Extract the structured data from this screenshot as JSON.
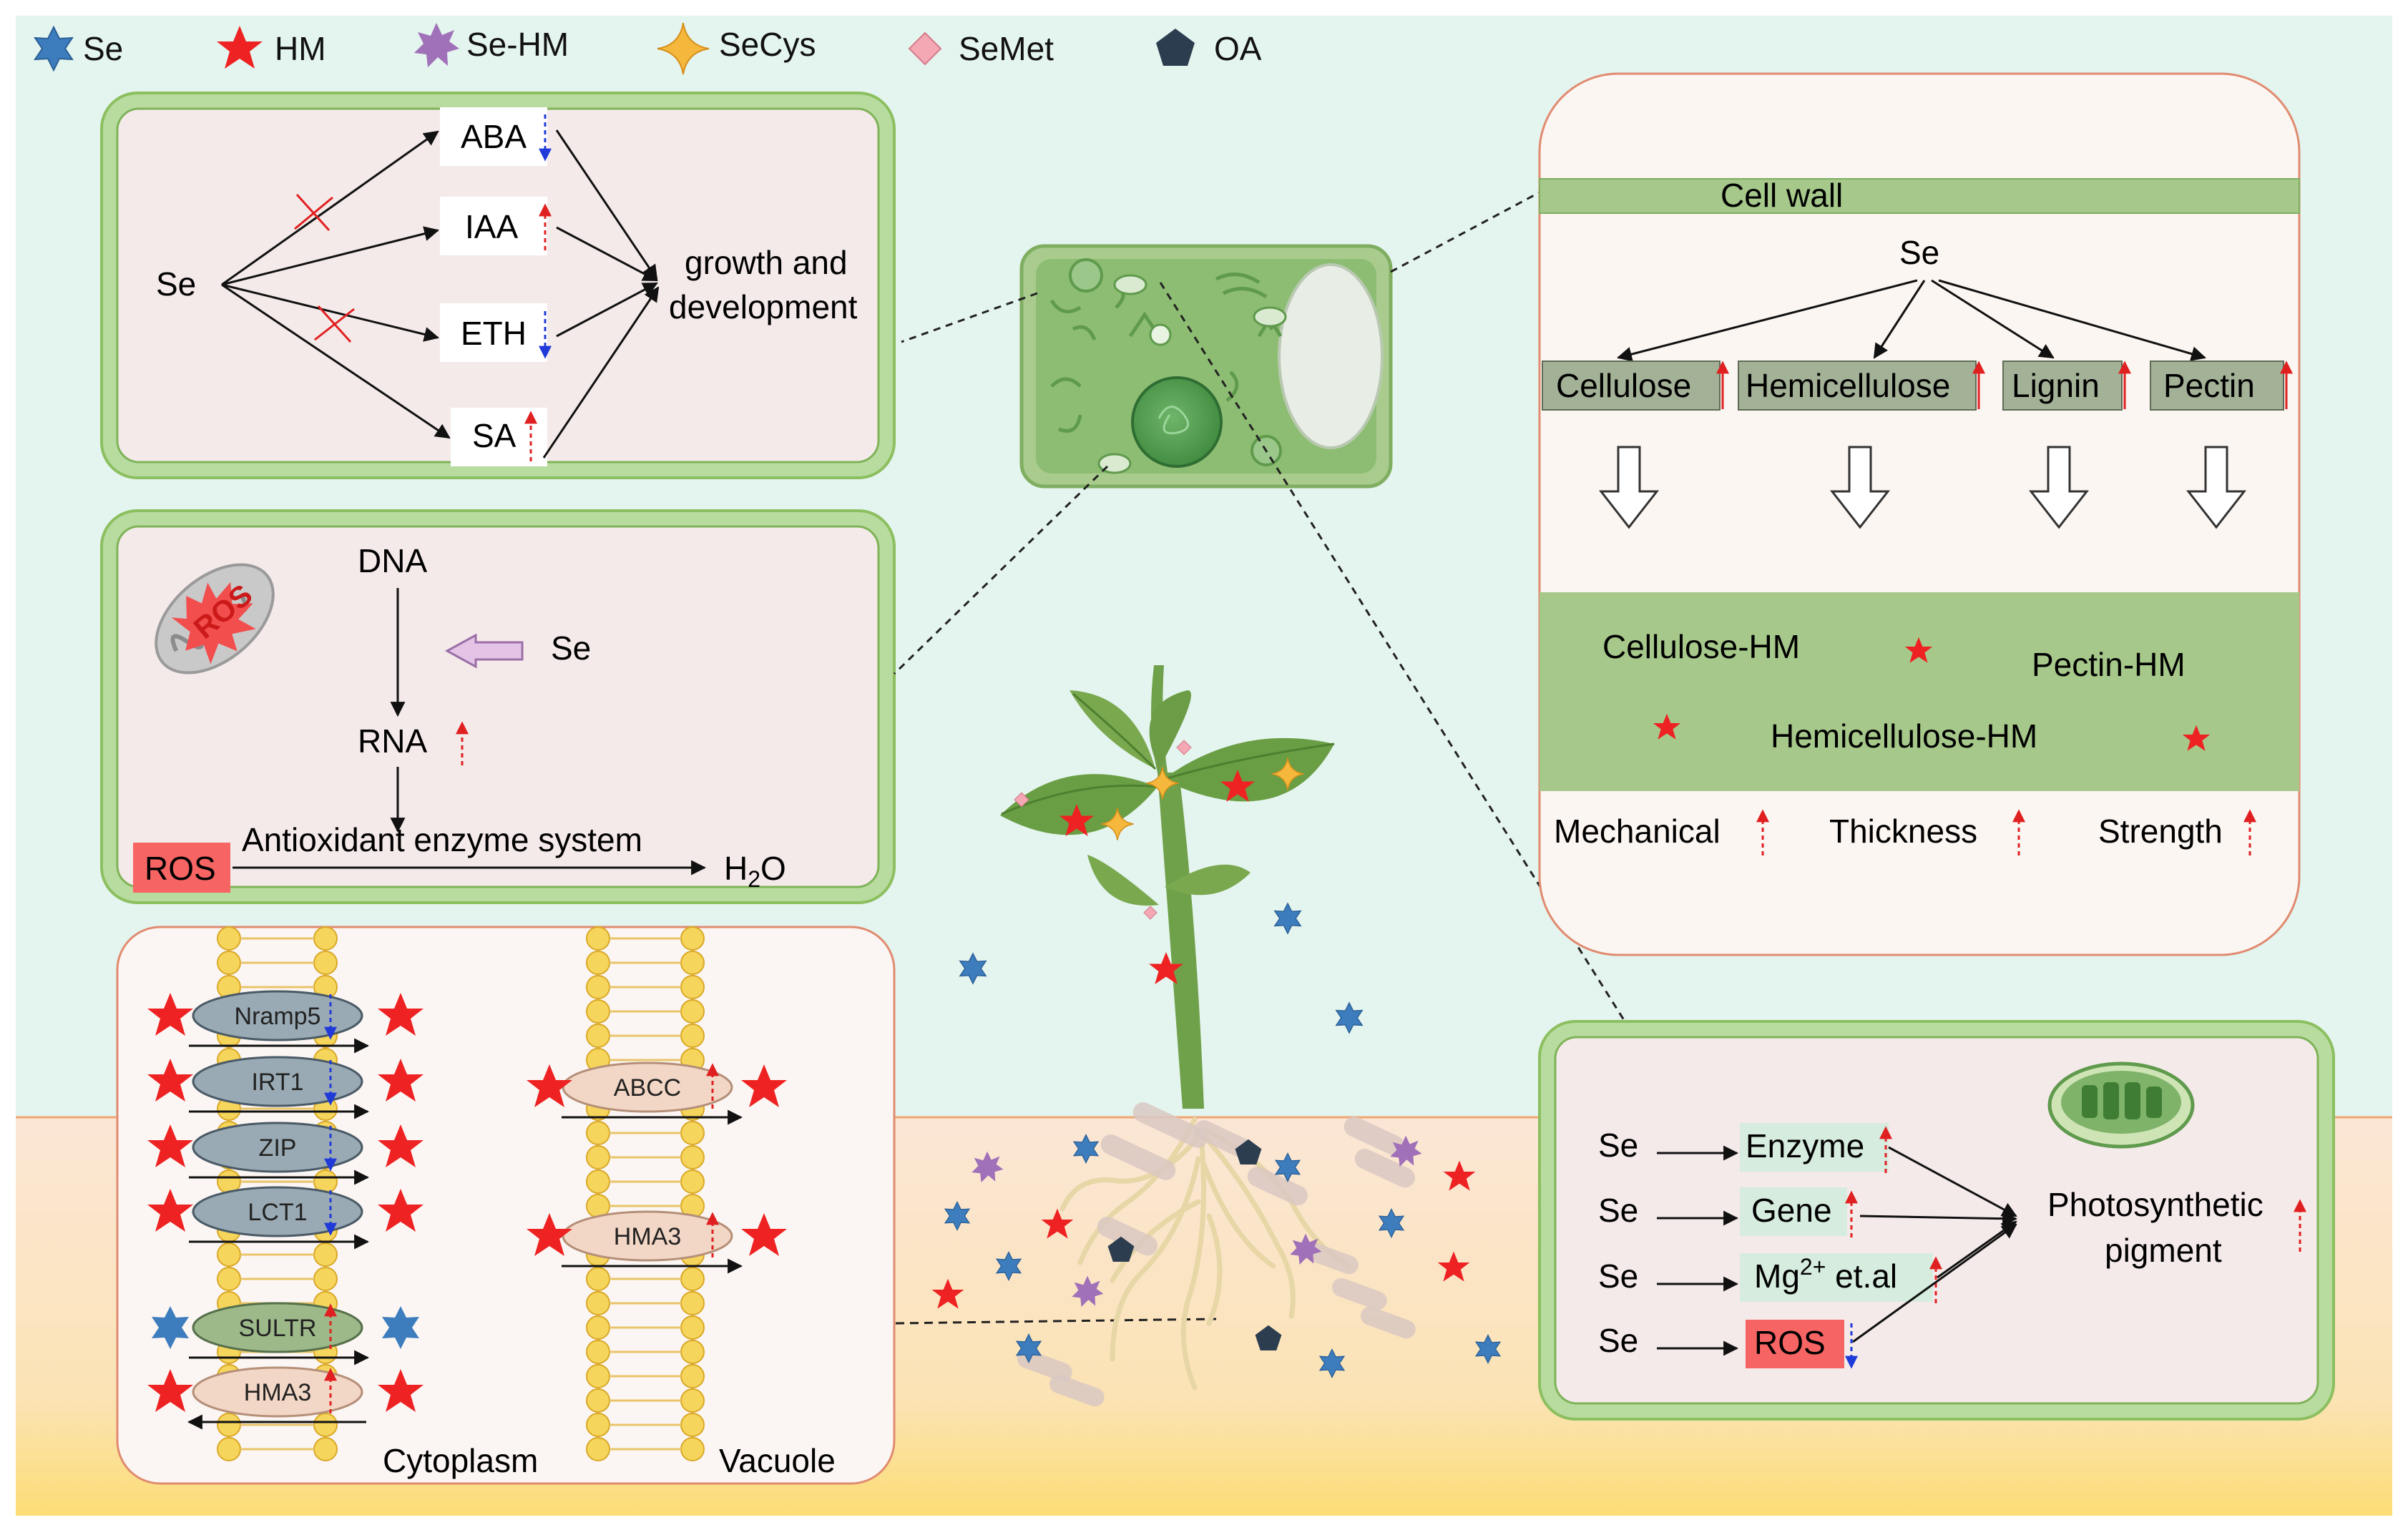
{
  "legend": {
    "se": "Se",
    "hm": "HM",
    "se_hm": "Se-HM",
    "secys": "SeCys",
    "semet": "SeMet",
    "oa": "OA"
  },
  "hormone_panel": {
    "source": "Se",
    "hormones": [
      "ABA",
      "IAA",
      "ETH",
      "SA"
    ],
    "hormone_change": [
      "down",
      "up",
      "down",
      "up"
    ],
    "blocked": [
      "ABA",
      "ETH"
    ],
    "outcome_line1": "growth and",
    "outcome_line2": "development"
  },
  "dna_panel": {
    "dna": "DNA",
    "se": "Se",
    "rna": "RNA",
    "rna_change": "up",
    "ros_organelle": "ROS",
    "enzyme_system": "Antioxidant enzyme system",
    "ros_box": "ROS",
    "water": "H2O"
  },
  "transporter_panel": {
    "cytoplasm_transporters": [
      "Nramp5",
      "IRT1",
      "ZIP",
      "LCT1",
      "SULTR",
      "HMA3"
    ],
    "cytoplasm_changes": [
      "down",
      "down",
      "down",
      "down",
      "up",
      "up"
    ],
    "vacuole_transporters": [
      "ABCC",
      "HMA3"
    ],
    "vacuole_changes": [
      "up",
      "up"
    ],
    "cytoplasm_label": "Cytoplasm",
    "vacuole_label": "Vacuole"
  },
  "cellwall_panel": {
    "cell_wall": "Cell wall",
    "source": "Se",
    "components": [
      "Cellulose",
      "Hemicellulose",
      "Lignin",
      "Pectin"
    ],
    "complexes": [
      "Cellulose-HM",
      "Pectin-HM",
      "Hemicellulose-HM"
    ],
    "properties": [
      "Mechanical",
      "Thickness",
      "Strength"
    ]
  },
  "photo_panel": {
    "source": "Se",
    "targets": [
      "Enzyme",
      "Gene",
      "Mg2+ et.al",
      "ROS"
    ],
    "target_changes": [
      "up",
      "up",
      "up",
      "down"
    ],
    "outcome_line1": "Photosynthetic",
    "outcome_line2": "pigment"
  },
  "colors": {
    "sky": "#e5f5ef",
    "soil_top": "#fbe6d4",
    "soil_bottom": "#fcdf7b",
    "panel_border": "#8cbf5f",
    "panel_fill": "#f5e9e9",
    "cellwall_green": "#a6c88a",
    "hm_star": "#ee2222",
    "se_star": "#3d7dbd",
    "sehm_star": "#a070b8",
    "secys_star": "#f5b83c",
    "semet": "#f4a8b4",
    "oa": "#2b3d4f",
    "ros_red": "#f76464",
    "up_arrow": "#e02020",
    "down_arrow": "#1f3ad8"
  }
}
